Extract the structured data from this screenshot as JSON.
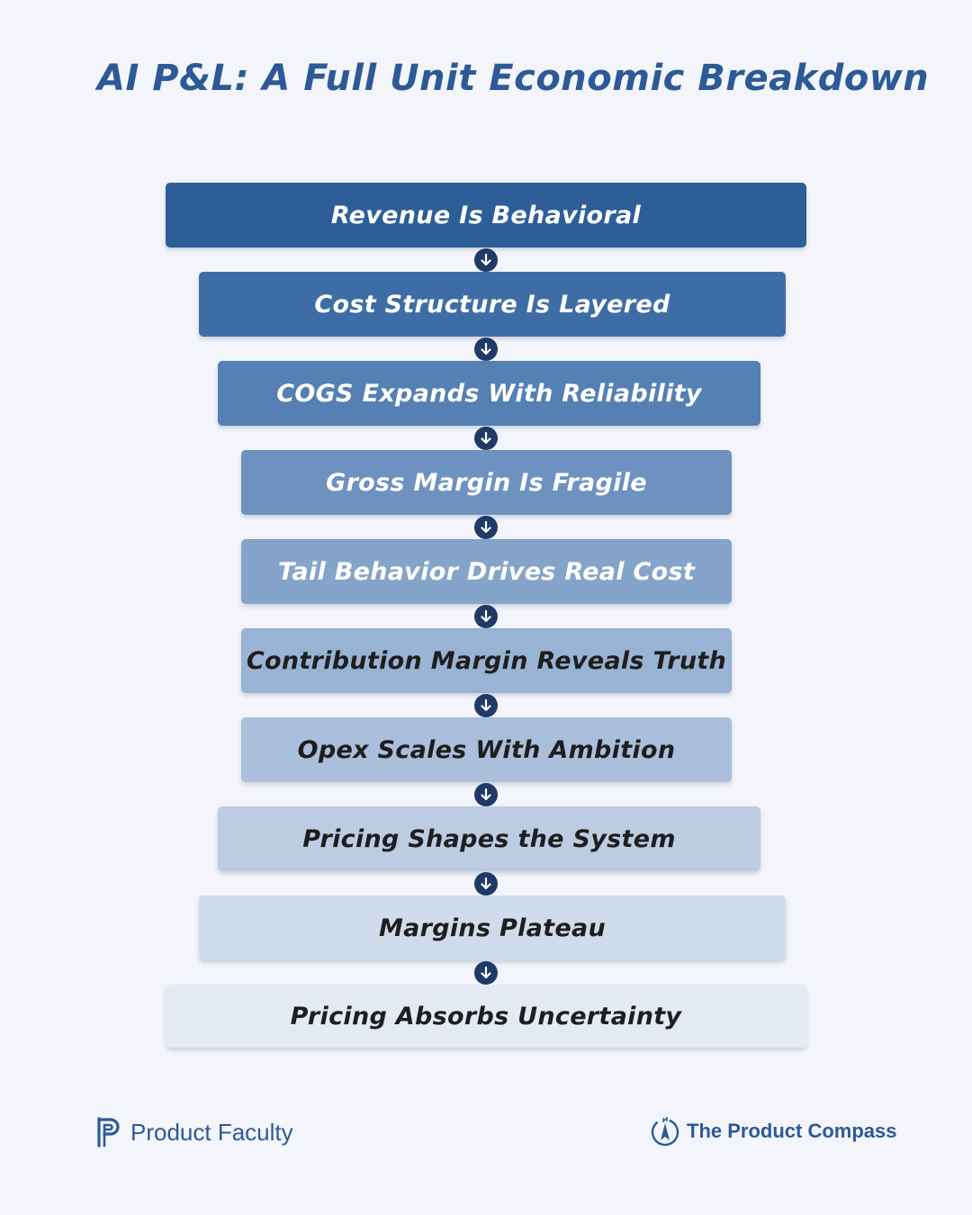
{
  "title": "AI P&L: A Full Unit Economic Breakdown",
  "steps": [
    {
      "label": "Revenue Is Behavioral",
      "bg": "#2d5e98",
      "fg": "#ffffff"
    },
    {
      "label": "Cost Structure Is Layered",
      "bg": "#3e6da5",
      "fg": "#ffffff"
    },
    {
      "label": "COGS Expands With Reliability",
      "bg": "#5480b3",
      "fg": "#ffffff"
    },
    {
      "label": "Gross Margin Is Fragile",
      "bg": "#6d92c0",
      "fg": "#ffffff"
    },
    {
      "label": "Tail Behavior Drives Real Cost",
      "bg": "#84a4ca",
      "fg": "#ffffff"
    },
    {
      "label": "Contribution Margin Reveals Truth",
      "bg": "#98b3d4",
      "fg": "#1e1e1e"
    },
    {
      "label": "Opex Scales With Ambition",
      "bg": "#aabfdb",
      "fg": "#1e1e1e"
    },
    {
      "label": "Pricing Shapes the System",
      "bg": "#bccde3",
      "fg": "#1e1e1e"
    },
    {
      "label": "Margins Plateau",
      "bg": "#d0dcec",
      "fg": "#1e1e1e"
    },
    {
      "label": "Pricing Absorbs Uncertainty",
      "bg": "#e3eaf4",
      "fg": "#1e1e1e"
    }
  ],
  "footer": {
    "left_brand": "Product Faculty",
    "right_brand": "The Product Compass"
  }
}
